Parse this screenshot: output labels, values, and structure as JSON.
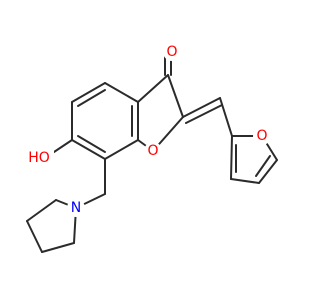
{
  "colors": {
    "bond": "#2b2b2b",
    "oxygen": "#ff0000",
    "nitrogen": "#0000ff",
    "background": "#ffffff"
  },
  "atoms": {
    "carbonyl_o": {
      "label": "O",
      "element": "oxygen"
    },
    "hydroxyl": {
      "label": "HO",
      "element": "oxygen"
    },
    "ring_o": {
      "label": "O",
      "element": "oxygen"
    },
    "furan_o": {
      "label": "O",
      "element": "oxygen"
    },
    "amine_n": {
      "label": "N",
      "element": "nitrogen"
    }
  }
}
